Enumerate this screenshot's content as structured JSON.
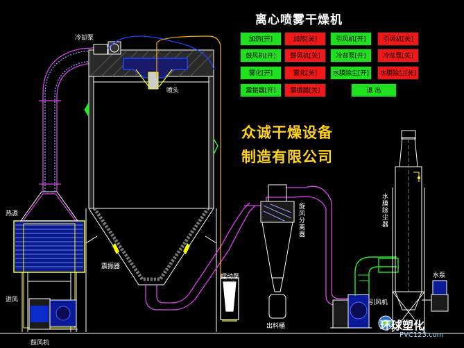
{
  "title": "离心喷雾干燥机",
  "company": {
    "line1": "众诚干燥设备",
    "line2": "制造有限公司"
  },
  "controls": [
    [
      {
        "label": "加热[开]",
        "state": "on"
      },
      {
        "label": "加热[关]",
        "state": "off"
      },
      {
        "label": "引风机[开]",
        "state": "on"
      },
      {
        "label": "引风机[关]",
        "state": "off"
      }
    ],
    [
      {
        "label": "鼓风机[开]",
        "state": "on"
      },
      {
        "label": "鼓风机[关]",
        "state": "off"
      },
      {
        "label": "冷却泵[开]",
        "state": "on"
      },
      {
        "label": "冷却泵[关]",
        "state": "off"
      }
    ],
    [
      {
        "label": "雾化[开]",
        "state": "on"
      },
      {
        "label": "雾化[关]",
        "state": "off"
      },
      {
        "label": "水膜除尘[开]",
        "state": "on"
      },
      {
        "label": "水膜除尘[关]",
        "state": "off"
      }
    ],
    [
      {
        "label": "震振器[开]",
        "state": "on"
      },
      {
        "label": "震振器[关]",
        "state": "off"
      },
      {
        "label": "退 出",
        "state": "exit"
      }
    ]
  ],
  "labels": {
    "cooling_pump": "冷却泵",
    "nozzle": "喷头",
    "heat_source": "热源",
    "air_inlet": "进风",
    "blower": "鼓风机",
    "vibrator": "震振器",
    "peristaltic_pump": "蠕动泵",
    "cyclone": "旋风分离器",
    "discharge_bucket": "出料桶",
    "water_film_dust": "水膜除尘器",
    "induced_fan": "引风机",
    "water_pump": "水泵"
  },
  "watermark": {
    "brand": "环球塑化",
    "site": "PVC123.com"
  },
  "colors": {
    "on": "#1ee01e",
    "off": "#f01818",
    "company": "#ffd21a",
    "duct": "#e040f0",
    "frame": "#ffffff",
    "pipe_green": "#22ee22",
    "blue": "#2244ff",
    "yellow": "#ffff00"
  }
}
